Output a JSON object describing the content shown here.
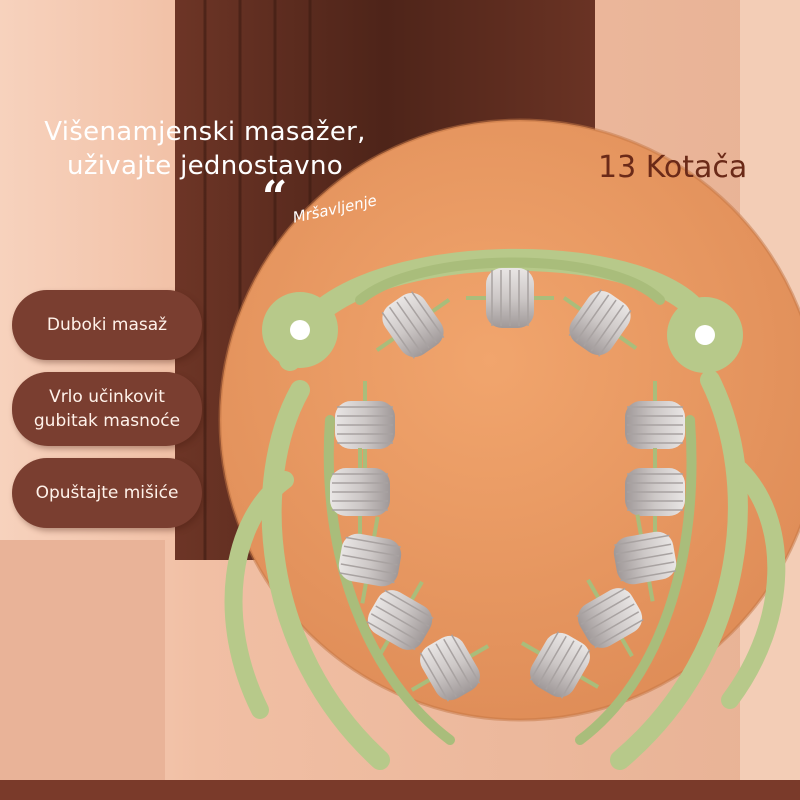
{
  "headline": {
    "line1": "Višenamjenski masažer,",
    "line2": "uživajte jednostavno"
  },
  "tag": "Mršavljenje",
  "wheel_count_label": "13 Kotača",
  "features": [
    {
      "label": "Duboki masaž"
    },
    {
      "label": "Vrlo učinkovit gubitak masnoće"
    },
    {
      "label": "Opuštajte mišiće"
    }
  ],
  "colors": {
    "background_wall": "#f4c7ae",
    "wood_panel": "#5a2c20",
    "disc": "#ea9a62",
    "frame_green": "#b7c98a",
    "roller_grey": "#d8d4d2",
    "pill_brown": "#7a3e30",
    "text_dark": "#6b2a18"
  },
  "product": {
    "name_icon": "hand-roller-massager",
    "wheel_count": 13
  }
}
